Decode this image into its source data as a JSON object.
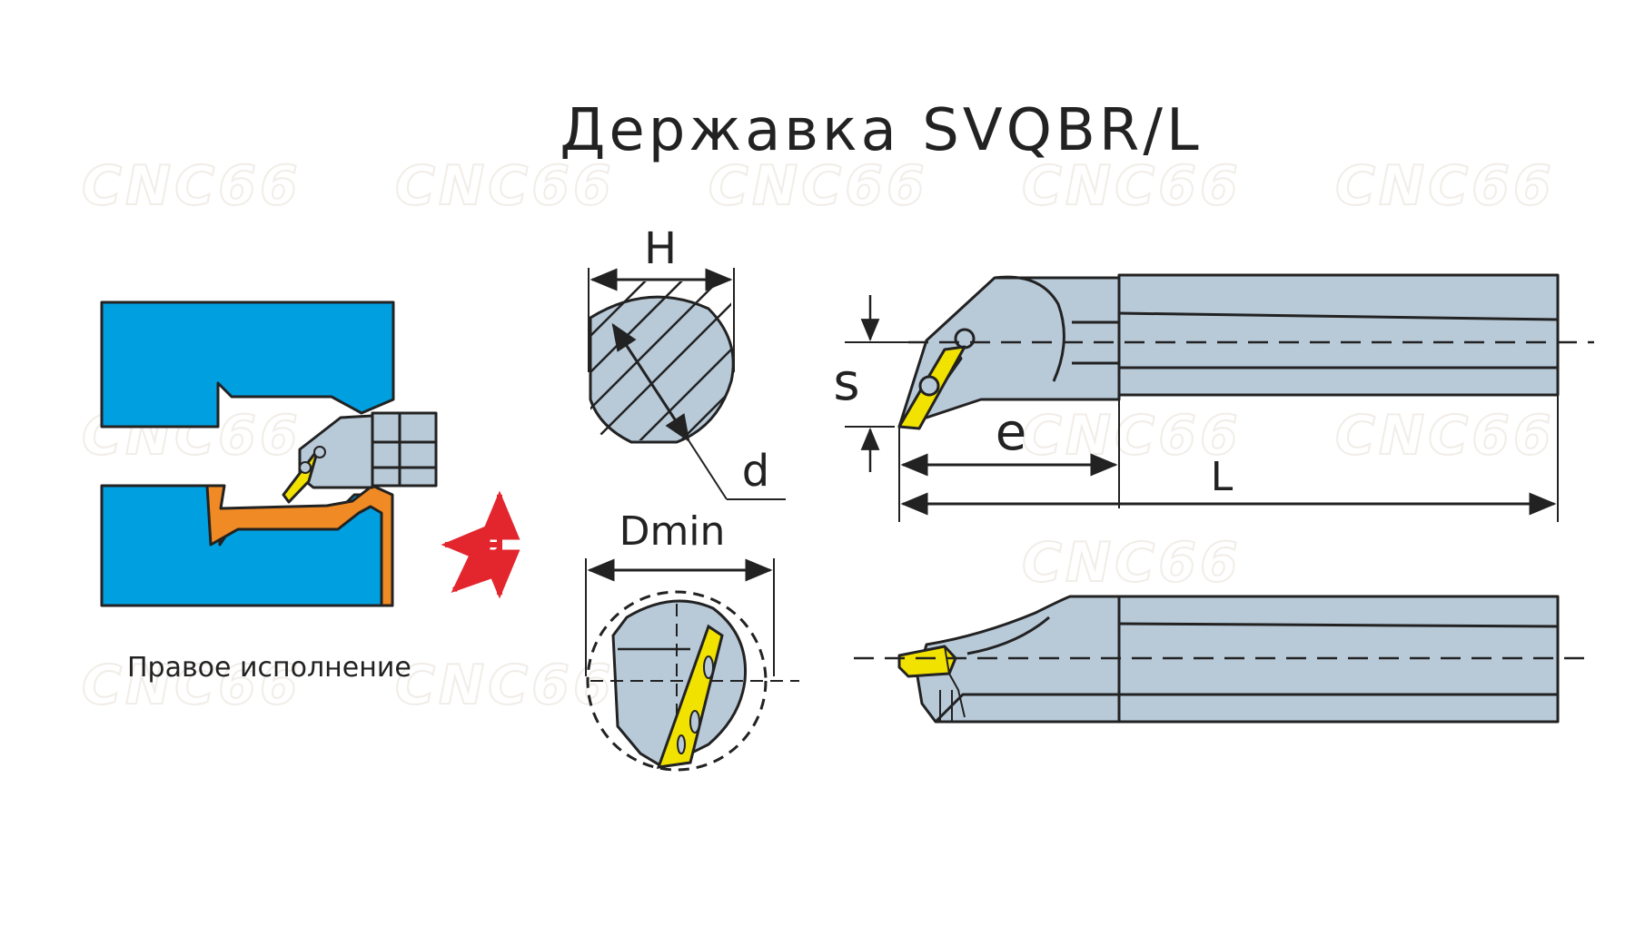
{
  "title": "Державка SVQBR/L",
  "watermark": "CNC66",
  "caption": "Правое исполнение",
  "dimension_labels": {
    "H": "H",
    "d": "d",
    "Dmin": "Dmin",
    "s": "s",
    "e": "e",
    "L": "L"
  },
  "colors": {
    "workpiece": "#00a0e0",
    "holder": "#b8c9d8",
    "insert": "#f2e200",
    "cut_path": "#f08a24",
    "motion_arrows": "#e3262e",
    "outline": "#222222"
  },
  "icons": [
    "feed-direction-arrows-icon",
    "insert-hole-icon"
  ]
}
